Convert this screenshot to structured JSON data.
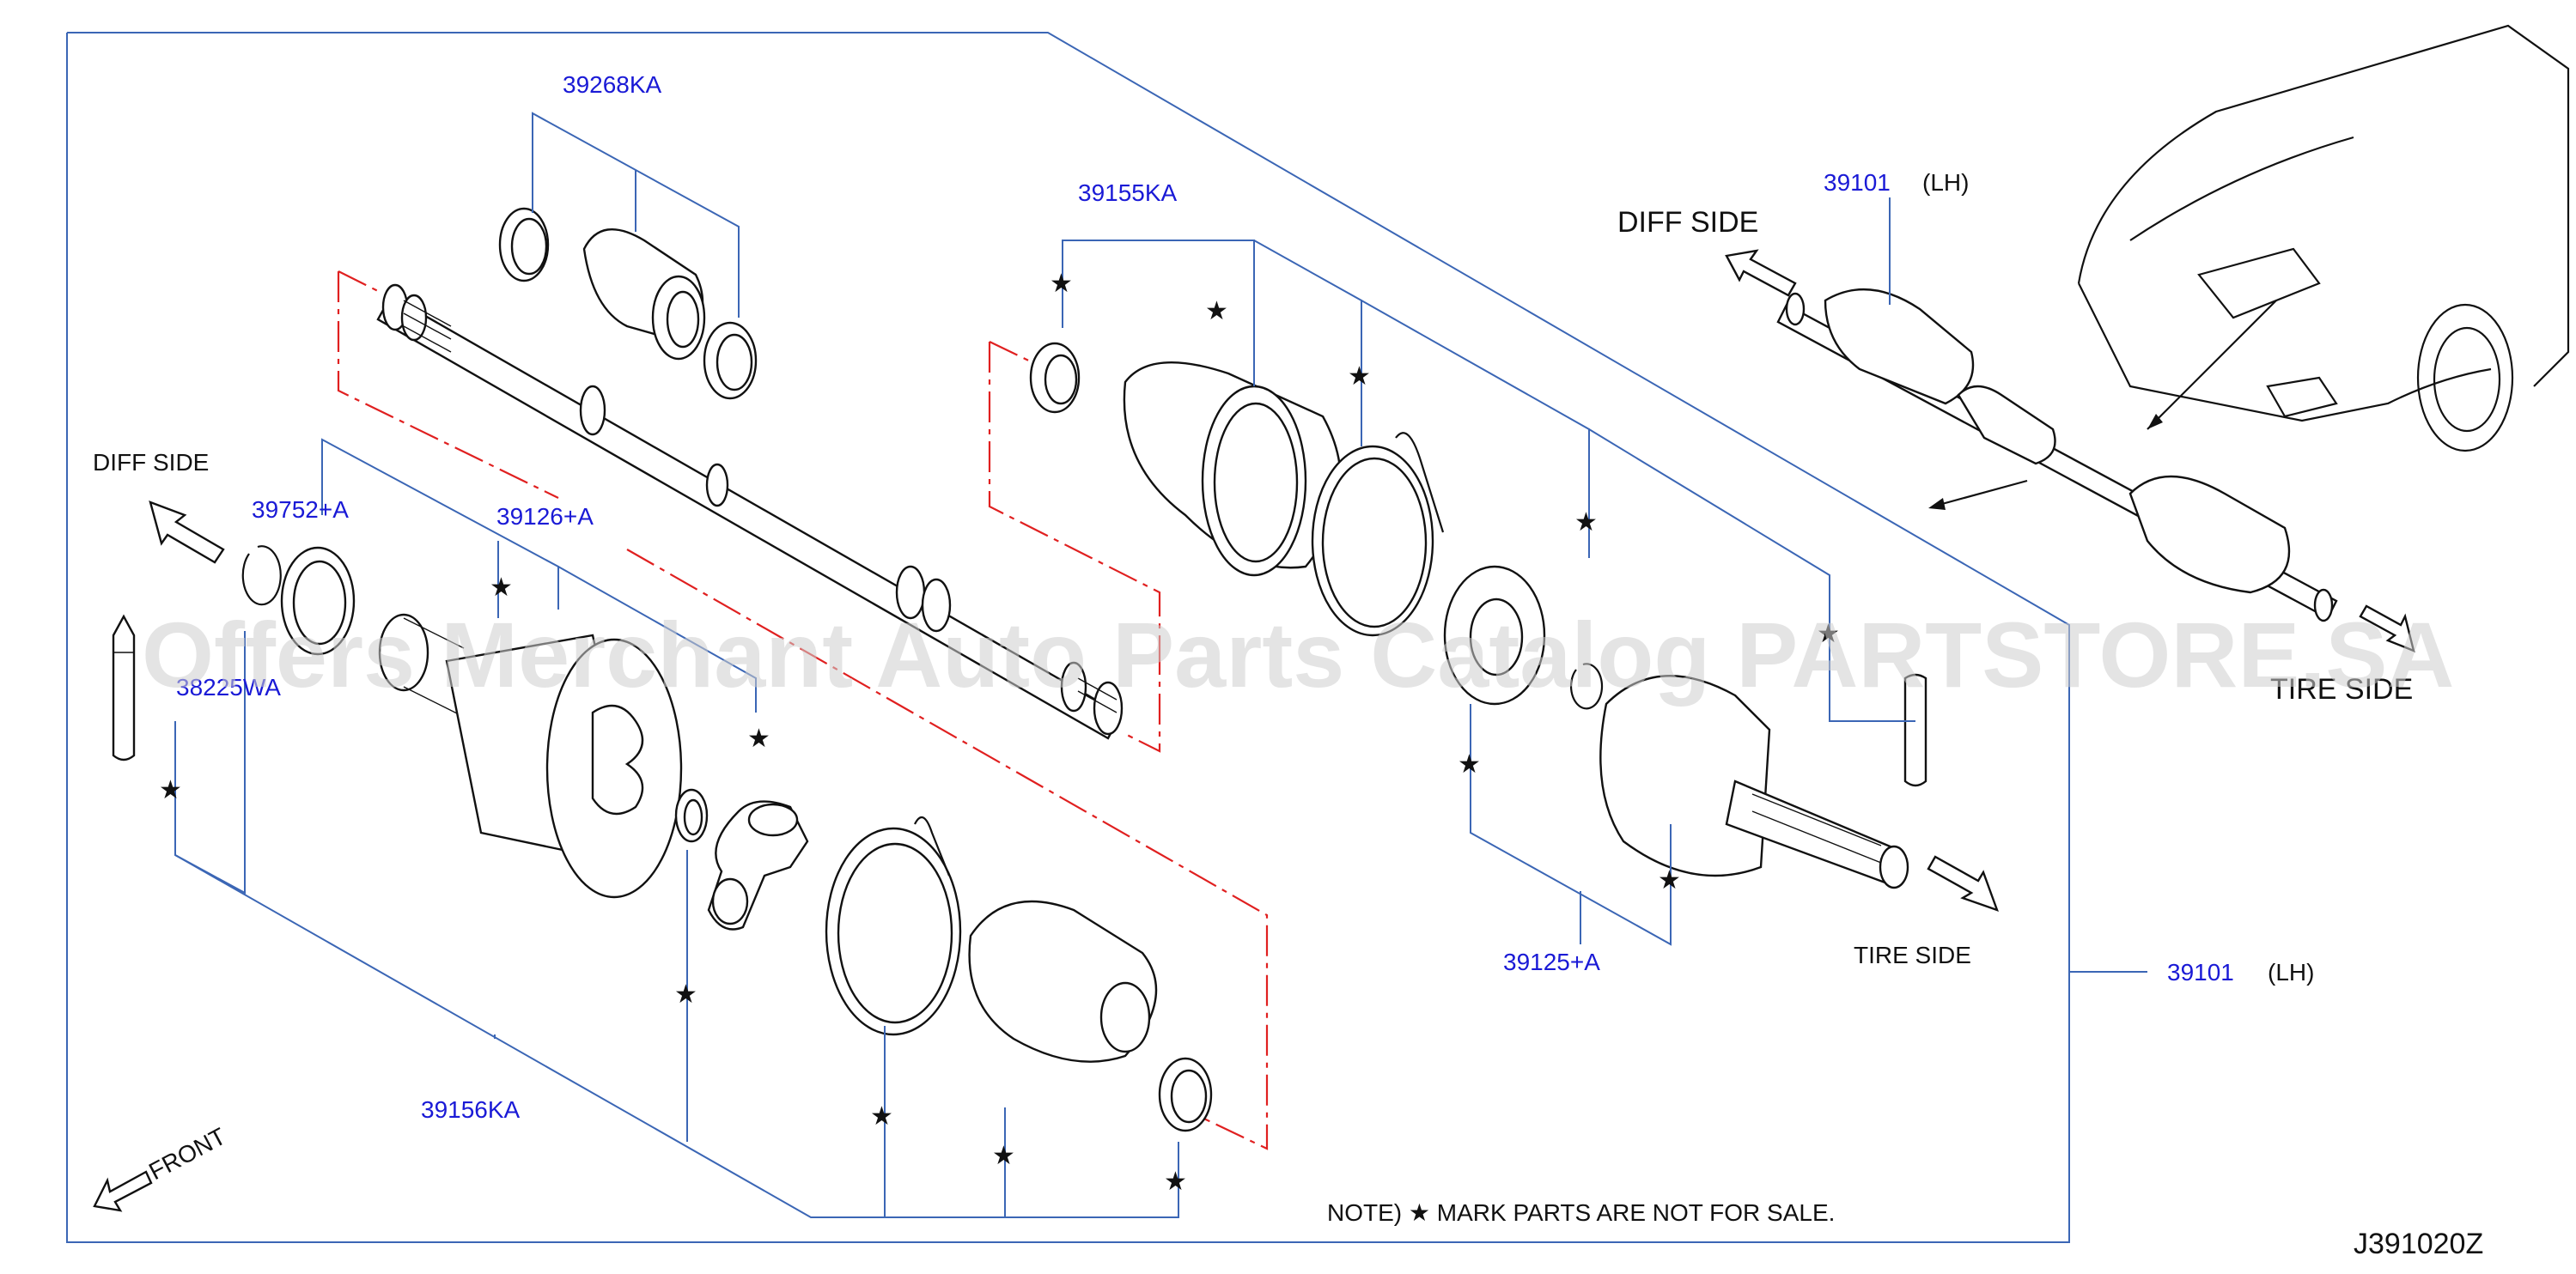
{
  "diagram_id": "J391020Z",
  "watermark": "Offers Merchant Auto Parts Catalog PARTSTORE.SA",
  "note": "NOTE) ★ MARK  PARTS  ARE  NOT  FOR  SALE.",
  "side_labels": {
    "diff_side_left": "DIFF  SIDE",
    "diff_side_top": "DIFF  SIDE",
    "tire_side_center": "TIRE  SIDE",
    "tire_side_right": "TIRE  SIDE",
    "front": "FRONT"
  },
  "parts": {
    "p39268KA": "39268KA",
    "p39155KA": "39155KA",
    "p39101_top": "39101",
    "p39101_top_side": "(LH)",
    "p39752A": "39752+A",
    "p39126A": "39126+A",
    "p38225WA": "38225WA",
    "p39156KA": "39156KA",
    "p39125A": "39125+A",
    "p39101_right": "39101",
    "p39101_right_side": "(LH)"
  },
  "colors": {
    "part_number": "#1a1ad6",
    "leader_line": "#3b66b5",
    "dash_line": "#e02020",
    "drawing": "#111111"
  }
}
